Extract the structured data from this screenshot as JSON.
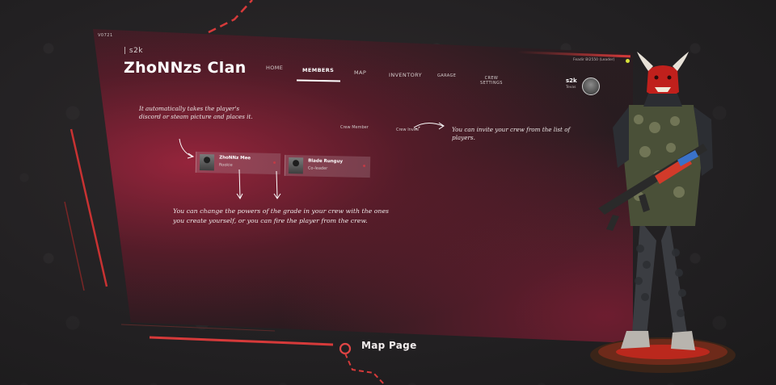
{
  "app": {
    "version": "V0721",
    "brand_sub": "| s2k",
    "clan_name": "ZhoNNzs Clan"
  },
  "nav": {
    "items": [
      {
        "id": "home",
        "label": "HOME"
      },
      {
        "id": "members",
        "label": "MEMBERS",
        "active": true
      },
      {
        "id": "map",
        "label": "MAP"
      },
      {
        "id": "inventory",
        "label": "INVENTORY"
      },
      {
        "id": "garage",
        "label": "GARAGE"
      },
      {
        "id": "crew_settings",
        "label": "CREW\nSETTINGS"
      }
    ]
  },
  "user": {
    "top_label": "Feadir Bl2550 (Leader)",
    "name": "s2k",
    "sub": "Tevas"
  },
  "notes": {
    "avatar_note": "It automatically takes the player's discord or steam picture and places it.",
    "invite_note": "You can invite your crew from the list of players.",
    "grade_note": "You can change the powers of the grade in your crew with the ones you create yourself, or you can fire the player from the crew."
  },
  "tabs": {
    "crew_member": "Crew Member",
    "crew_invite": "Crew Invite"
  },
  "members": [
    {
      "name": "ZhoNNz Mee",
      "rank": "Rookie"
    },
    {
      "name": "Blade Runguy",
      "rank": "Co-leader"
    }
  ],
  "footer": {
    "map_page": "Map Page"
  },
  "colors": {
    "accent": "#d63a3a",
    "panel_red": "#a82640",
    "status": "#d7e23a"
  }
}
